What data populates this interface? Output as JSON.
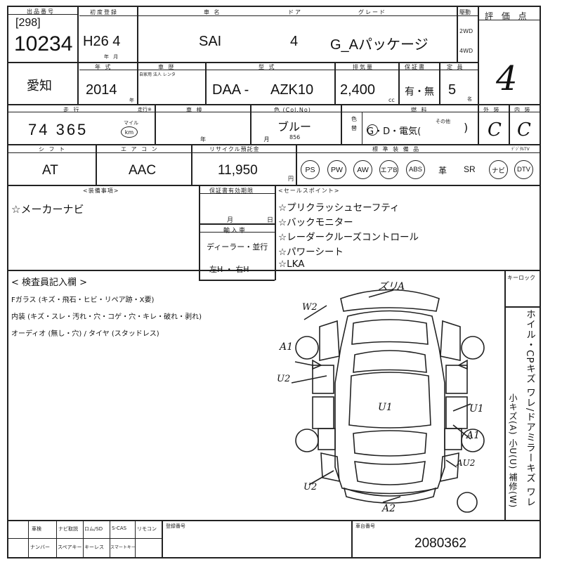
{
  "header": {
    "venue_label": "出品番号",
    "lot_code": "[298]",
    "lot_number": "10234",
    "first_reg_label": "初度登録",
    "first_reg": "H26 4",
    "first_reg_sub": "年 月",
    "car_name_label": "車 名",
    "car_name": "SAI",
    "door_label": "ドア",
    "doors": "4",
    "grade_label": "グレード",
    "grade": "G_Aパッケージ",
    "drive_label": "駆動",
    "drive_2wd": "2WD",
    "drive_4wd": "4WD",
    "score_label": "評 価 点",
    "score": "4"
  },
  "row2": {
    "region": "愛知",
    "year_label": "年 式",
    "year": "2014",
    "year_sub": "年",
    "inspection_label": "車 歴",
    "inspection_sub": "自家用 法人 レンタ",
    "model_label": "型 式",
    "model_prefix": "DAA -",
    "model": "AZK10",
    "displacement_label": "排気量",
    "displacement": "2,400",
    "cc": "cc",
    "warranty_label": "保証書",
    "warranty": "有・無",
    "capacity_label": "定 員",
    "capacity": "5",
    "capacity_unit": "名"
  },
  "row3": {
    "mileage_label": "走 行",
    "mileage_sub": "走行※",
    "mileage": "74 365",
    "mileage_unit_top": "マイル",
    "mileage_unit": "km",
    "shaken_label": "車 検",
    "shaken_sub": "年 月",
    "color_label": "色 (Col.No)",
    "color": "ブルー",
    "color_code": "856",
    "color_change_label": "色替",
    "fuel_label": "燃 料",
    "fuel": "G・D・電気(",
    "fuel_other": "その他",
    "fuel_close": ")",
    "exterior_label": "外 装",
    "exterior": "C",
    "interior_label": "内 装",
    "interior": "C"
  },
  "row4": {
    "shift_label": "シ フ ト",
    "shift": "AT",
    "ac_label": "エ ア コ ン",
    "ac": "AAC",
    "recycle_label": "リサイクル預託金",
    "recycle": "11,950",
    "recycle_unit": "円",
    "equipment_label": "標 準 装 備 品",
    "equipment": [
      "PS",
      "PW",
      "AW",
      "エアB",
      "ABS"
    ],
    "equipment_plain": [
      "革",
      "SR"
    ],
    "equipment_extra": [
      "ナビ",
      "DTV"
    ],
    "dtv_label": "ﾃﾞｼﾞﾀﾙTV"
  },
  "notes": {
    "equipment_header": "<装備事項>",
    "equipment_items": [
      "☆メーカーナビ"
    ],
    "center_header": "保証書有効期限",
    "center_month": "月",
    "center_day": "日",
    "import_label": "輸入車",
    "import_value": "ディーラー・並行",
    "import_steering": "左H ・ 右H",
    "sales_header": "<セールスポイント>",
    "sales_points": [
      "☆プリクラッシュセーフティ",
      "☆バックモニター",
      "☆レーダークルーズコントロール",
      "☆パワーシート",
      "☆LKA"
    ]
  },
  "inspector": {
    "title": "< 検査員記入欄 >",
    "line1": "Fガラス (キズ・飛石・ヒビ・リペア跡・X要)",
    "line2": "内装 (キズ・スレ・汚れ・穴・コゲ・穴・キレ・破れ・剥れ)",
    "line3": "オーディオ (無し・穴) / タイヤ (スタッドレス)",
    "carlock_label": "キーロック",
    "legend_vertical_1": "ホイル・CPキズ ワレ/ドアミラーキズ ワレ",
    "legend_vertical_2": "小キズ(A) 小U(U) 補修(W)"
  },
  "diagram_marks": {
    "top": "ズリA",
    "w2": "W2",
    "a1_left": "A1",
    "u2_left": "U2",
    "u1_center": "U1",
    "u1_right": "U1",
    "a1_right": "A1",
    "au2": "AU2",
    "u2_bottom": "U2",
    "a2": "A2"
  },
  "footer": {
    "col1_top": "車検",
    "col1_bot": "ナンバー",
    "col2_top": "ナビ取説",
    "col2_bot": "スペアキー",
    "col3_top": "ロム/SD",
    "col3_bot": "キーレス",
    "col4_top": "S-CAS",
    "col4_bot": "スマートキー",
    "col5_top": "リモコン",
    "col5_bot": "",
    "reg_label": "登録番号",
    "chassis_label": "車台番号",
    "chassis": "2080362"
  }
}
